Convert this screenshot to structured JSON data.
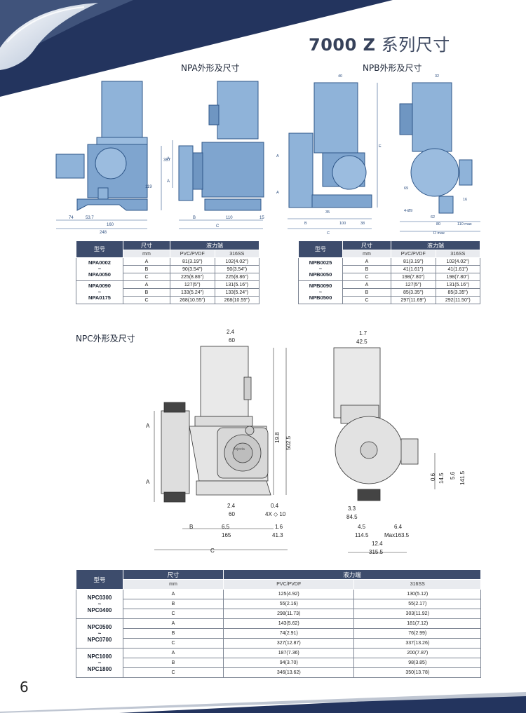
{
  "header": {
    "title_bold": "7000 Z",
    "title_rest": " 系列尺寸"
  },
  "sections": {
    "npa": "NPA外形及尺寸",
    "npb": "NPB外形及尺寸",
    "npc": "NPC外形及尺寸"
  },
  "npa_dims": {
    "d357": "357",
    "d119": "119",
    "dA1": "A",
    "dA2": "A",
    "d74": "74",
    "d537": "53.7",
    "d160": "160",
    "d248": "248",
    "dB": "B",
    "d110": "110",
    "d15": "15",
    "dC": "C"
  },
  "npb_dims": {
    "d40": "40",
    "dA1": "A",
    "dA2": "A",
    "dE": "E",
    "d35": "35",
    "dB": "B",
    "d100": "100",
    "d38": "38",
    "dC": "C",
    "d32": "32",
    "d69": "69",
    "dphi": "4-Ø9",
    "d62": "62",
    "d80": "80",
    "d110max": "110 max",
    "dDmax": "D max",
    "d16": "16"
  },
  "npc_dims": {
    "d24a": "2.4",
    "d60": "60",
    "dA1": "A",
    "dA2": "A",
    "d198": "19.8",
    "d5025": "502.5",
    "d24b": "2.4",
    "d60b": "60",
    "d04": "0.4",
    "d4x10": "4X ◇ 10",
    "dB": "B",
    "d65": "6.5",
    "d165": "165",
    "d16": "1.6",
    "d413": "41.3",
    "dC": "C",
    "d17": "1.7",
    "d425": "42.5",
    "d33": "3.3",
    "d845": "84.5",
    "d45": "4.5",
    "d64": "6.4",
    "d1145": "114.5",
    "dmax": "Max163.5",
    "d124": "12.4",
    "d3155": "315.5",
    "d06": "0.6",
    "d145a": "14.5",
    "d56": "5.6",
    "d1415": "141.5",
    "brand": "Injecta"
  },
  "npa_table": {
    "header": {
      "model": "型号",
      "size": "尺寸",
      "fluid": "液力端",
      "unit": "mm",
      "pvc": "PVC/PVDF",
      "ss": "316SS"
    },
    "groups": [
      {
        "model_top": "NPA0002",
        "tilde": "~",
        "model_bottom": "NPA0050",
        "rows": [
          {
            "dim": "A",
            "pvc": "81(3.19\")",
            "ss": "102(4.02\")"
          },
          {
            "dim": "B",
            "pvc": "90(3.54\")",
            "ss": "90(3.54\")"
          },
          {
            "dim": "C",
            "pvc": "225(8.86\")",
            "ss": "225(8.86\")"
          }
        ]
      },
      {
        "model_top": "NPA0090",
        "tilde": "~",
        "model_bottom": "NPA0175",
        "rows": [
          {
            "dim": "A",
            "pvc": "127(5\")",
            "ss": "131(5.16\")"
          },
          {
            "dim": "B",
            "pvc": "133(5.24\")",
            "ss": "133(5.24\")"
          },
          {
            "dim": "C",
            "pvc": "268(10.55\")",
            "ss": "268(10.55\")"
          }
        ]
      }
    ]
  },
  "npb_table": {
    "header": {
      "model": "型号",
      "size": "尺寸",
      "fluid": "液力端",
      "unit": "mm",
      "pvc": "PVC/PVDF",
      "ss": "316SS"
    },
    "groups": [
      {
        "model_top": "NPB0025",
        "tilde": "~",
        "model_bottom": "NPB0050",
        "rows": [
          {
            "dim": "A",
            "pvc": "81(3.19\")",
            "ss": "102(4.02\")"
          },
          {
            "dim": "B",
            "pvc": "41(1.61\")",
            "ss": "41(1.61\")"
          },
          {
            "dim": "C",
            "pvc": "198(7.80\")",
            "ss": "198(7.80\")"
          }
        ]
      },
      {
        "model_top": "NPB0090",
        "tilde": "~",
        "model_bottom": "NPB0500",
        "rows": [
          {
            "dim": "A",
            "pvc": "127(5\")",
            "ss": "131(5.16\")"
          },
          {
            "dim": "B",
            "pvc": "85(3.35\")",
            "ss": "85(3.35\")"
          },
          {
            "dim": "C",
            "pvc": "297(11.69\")",
            "ss": "292(11.50\")"
          }
        ]
      }
    ]
  },
  "npc_table": {
    "header": {
      "model": "型号",
      "size": "尺寸",
      "fluid": "液力端",
      "unit": "mm",
      "pvc": "PVC/PVDF",
      "ss": "316SS"
    },
    "groups": [
      {
        "model_top": "NPC0300",
        "tilde": "~",
        "model_bottom": "NPC0400",
        "rows": [
          {
            "dim": "A",
            "pvc": "125(4.92)",
            "ss": "130(5.12)"
          },
          {
            "dim": "B",
            "pvc": "55(2.16)",
            "ss": "55(2.17)"
          },
          {
            "dim": "C",
            "pvc": "298(11.73)",
            "ss": "303(11.92)"
          }
        ]
      },
      {
        "model_top": "NPC0500",
        "tilde": "~",
        "model_bottom": "NPC0700",
        "rows": [
          {
            "dim": "A",
            "pvc": "143(5.62)",
            "ss": "181(7.12)"
          },
          {
            "dim": "B",
            "pvc": "74(2.91)",
            "ss": "76(2.99)"
          },
          {
            "dim": "C",
            "pvc": "327(12.87)",
            "ss": "337(13.26)"
          }
        ]
      },
      {
        "model_top": "NPC1000",
        "tilde": "~",
        "model_bottom": "NPC1800",
        "rows": [
          {
            "dim": "A",
            "pvc": "187(7.36)",
            "ss": "200(7.87)"
          },
          {
            "dim": "B",
            "pvc": "94(3.70)",
            "ss": "98(3.85)"
          },
          {
            "dim": "C",
            "pvc": "346(13.62)",
            "ss": "350(13.78)"
          }
        ]
      }
    ]
  },
  "page_number": "6",
  "colors": {
    "banner": "#23345e",
    "table_header": "#3d4c6c",
    "pump_blue": "#8fb3d9",
    "pump_dark": "#2f5789",
    "npc_gray": "#e4e4e4"
  }
}
